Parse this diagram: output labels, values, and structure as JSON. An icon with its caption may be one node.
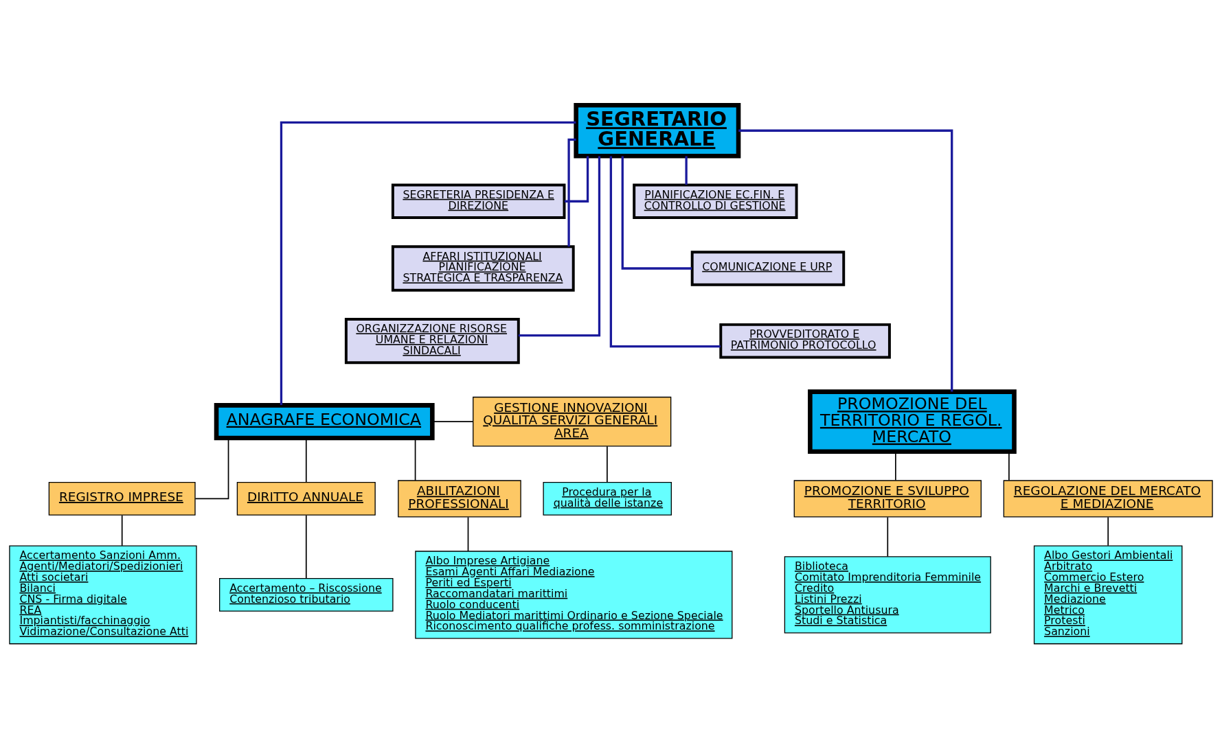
{
  "diagram": {
    "nodes": [
      {
        "text": [
          "SEGRETARIO GENERALE"
        ]
      },
      {
        "text": [
          "SEGRETERIA PRESIDENZA E DIREZIONE"
        ]
      },
      {
        "text": [
          "PIANIFICAZIONE EC.FIN. E CONTROLLO DI GESTIONE"
        ]
      },
      {
        "text": [
          "AFFARI ISTITUZIONALI PIANIFICAZIONE STRATEGICA E TRASPARENZA"
        ]
      },
      {
        "text": [
          "COMUNICAZIONE E URP"
        ]
      },
      {
        "text": [
          "ORGANIZZAZIONE RISORSE UMANE E RELAZIONI SINDACALI"
        ]
      },
      {
        "text": [
          "PROVVEDITORATO E PATRIMONIO PROTOCOLLO"
        ]
      },
      {
        "text": [
          "GESTIONE INNOVAZIONI QUALITÀ SERVIZI GENERALI AREA"
        ]
      },
      {
        "text": [
          "Procedura per la qualità delle istanze"
        ]
      },
      {
        "text": [
          "ANAGRAFE ECONOMICA"
        ]
      },
      {
        "text": [
          "PROMOZIONE DEL TERRITORIO E REGOL. MERCATO"
        ]
      },
      {
        "text": [
          "REGISTRO IMPRESE"
        ]
      },
      {
        "text": [
          "DIRITTO ANNUALE"
        ]
      },
      {
        "text": [
          "ABILITAZIONI PROFESSIONALI"
        ]
      },
      {
        "text": [
          "PROMOZIONE E SVILUPPO TERRITORIO"
        ]
      },
      {
        "text": [
          "REGOLAZIONE DEL MERCATO E MEDIAZIONE"
        ]
      },
      {
        "text": [
          "Accertamento Sanzioni Amm.",
          "Agenti/Mediatori/Spedizionieri",
          "Atti societari",
          "Bilanci",
          "CNS - Firma digitale",
          "REA",
          "Impiantisti/facchinaggio",
          "Vidimazione/Consultazione Atti"
        ]
      },
      {
        "text": [
          "Accertamento – Riscossione",
          "Contenzioso tributario"
        ]
      },
      {
        "text": [
          "Albo Imprese Artigiane",
          "Esami Agenti Affari Mediazione",
          "Periti ed Esperti",
          "Raccomandatari marittimi",
          "Ruolo conducenti",
          "Ruolo Mediatori marittimi Ordinario e Sezione Speciale",
          "Riconoscimento qualifiche profess. somministrazione"
        ]
      },
      {
        "text": [
          "Biblioteca",
          "Comitato Imprenditoria Femminile",
          "Credito",
          "Listini Prezzi",
          "Sportello Antiusura",
          "Studi e Statistica"
        ]
      },
      {
        "text": [
          "Albo Gestori Ambientali",
          "Arbitrato",
          "Commercio Estero",
          "Marchi e Brevetti",
          "Mediazione",
          "Metrico",
          "Protesti",
          "Sanzioni"
        ]
      }
    ],
    "edges": [
      {
        "from": 0,
        "to": 1,
        "arrow": "none",
        "color": "#1a1a9c"
      },
      {
        "from": 0,
        "to": 2,
        "arrow": "none",
        "color": "#1a1a9c"
      },
      {
        "from": 0,
        "to": 3,
        "arrow": "none",
        "color": "#1a1a9c"
      },
      {
        "from": 0,
        "to": 4,
        "arrow": "none",
        "color": "#1a1a9c"
      },
      {
        "from": 0,
        "to": 5,
        "arrow": "none",
        "color": "#1a1a9c"
      },
      {
        "from": 0,
        "to": 6,
        "arrow": "none",
        "color": "#1a1a9c"
      },
      {
        "from": 0,
        "to": 9,
        "arrow": "none",
        "color": "#1a1a9c"
      },
      {
        "from": 0,
        "to": 10,
        "arrow": "none",
        "color": "#1a1a9c"
      },
      {
        "from": 9,
        "to": 7,
        "arrow": "none"
      },
      {
        "from": 7,
        "to": 8,
        "arrow": "none"
      },
      {
        "from": 9,
        "to": 11,
        "arrow": "none"
      },
      {
        "from": 9,
        "to": 12,
        "arrow": "none"
      },
      {
        "from": 9,
        "to": 13,
        "arrow": "none"
      },
      {
        "from": 10,
        "to": 14,
        "arrow": "none"
      },
      {
        "from": 10,
        "to": 15,
        "arrow": "none"
      },
      {
        "from": 11,
        "to": 16,
        "arrow": "none"
      },
      {
        "from": 12,
        "to": 17,
        "arrow": "none"
      },
      {
        "from": 13,
        "to": 18,
        "arrow": "none"
      },
      {
        "from": 14,
        "to": 19,
        "arrow": "none"
      },
      {
        "from": 15,
        "to": 20,
        "arrow": "none"
      }
    ]
  }
}
